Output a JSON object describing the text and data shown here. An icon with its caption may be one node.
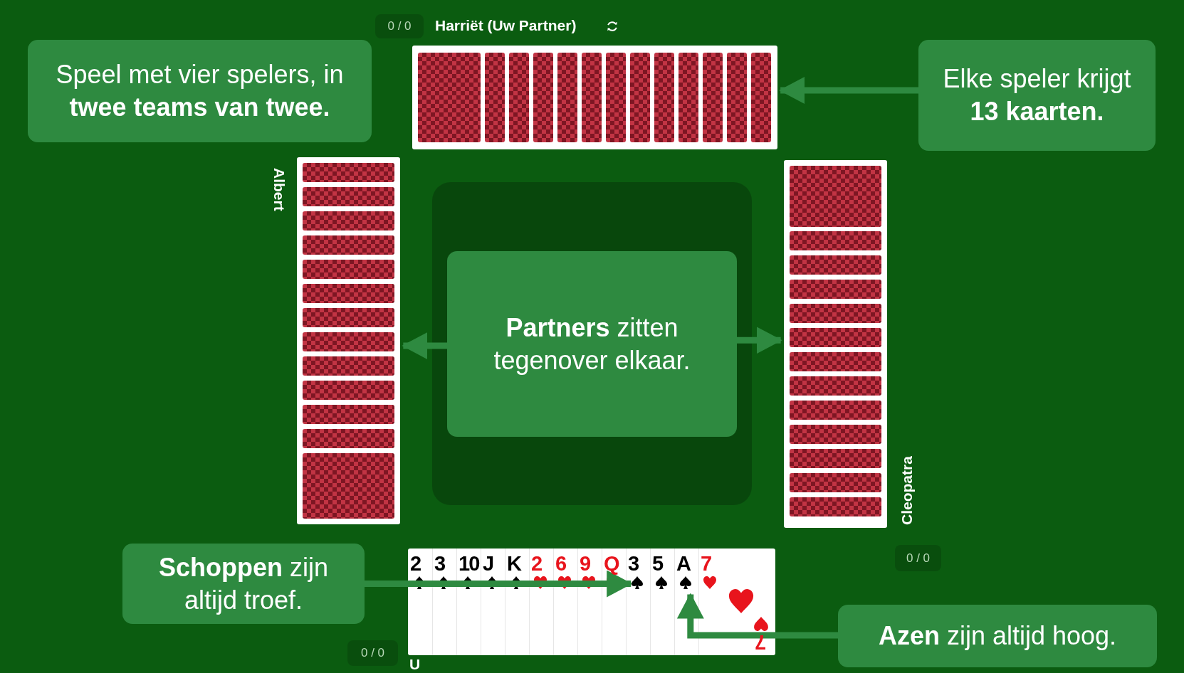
{
  "diagram": {
    "nodes": [
      {
        "text": [
          "0 / 0"
        ]
      },
      {
        "text": [
          "Speel met vier spelers, in **twee teams van twee.**"
        ]
      },
      {
        "text": [],
        "shape": "box",
        "beside": [
          "Harriët (Uw Partner)"
        ]
      },
      {
        "text": [
          "Elke speler krijgt **13 kaarten.**"
        ]
      },
      {
        "text": [],
        "shape": "box",
        "beside": [
          "Albert"
        ]
      },
      {
        "text": [],
        "shape": "box"
      },
      {
        "text": [
          "**Partners** zitten tegenover elkaar."
        ],
        "in": 5
      },
      {
        "text": [],
        "shape": "box",
        "beside": [
          "Cleopatra"
        ]
      },
      {
        "text": [
          "**Schoppen** zijn altijd troef."
        ]
      },
      {
        "text": [
          "0 / 0"
        ]
      },
      {
        "text": [],
        "shape": "box",
        "beside": [
          "U"
        ]
      },
      {
        "text": [
          "0 / 0"
        ]
      },
      {
        "text": [
          "**Azen** zijn altijd hoog."
        ]
      }
    ],
    "edges": [
      {
        "from": 3,
        "to": 2,
        "arrow": "to"
      },
      {
        "from": 6,
        "to": 4,
        "arrow": "to"
      },
      {
        "from": 6,
        "to": 7,
        "arrow": "to"
      },
      {
        "from": 8,
        "to": 10,
        "arrow": "to"
      },
      {
        "from": 12,
        "to": 10,
        "arrow": "to"
      }
    ],
    "labels": [
      "2",
      "3",
      "10",
      "J",
      "K",
      "2",
      "6",
      "9",
      "Q",
      "3",
      "5",
      "A",
      "7",
      "7"
    ]
  }
}
